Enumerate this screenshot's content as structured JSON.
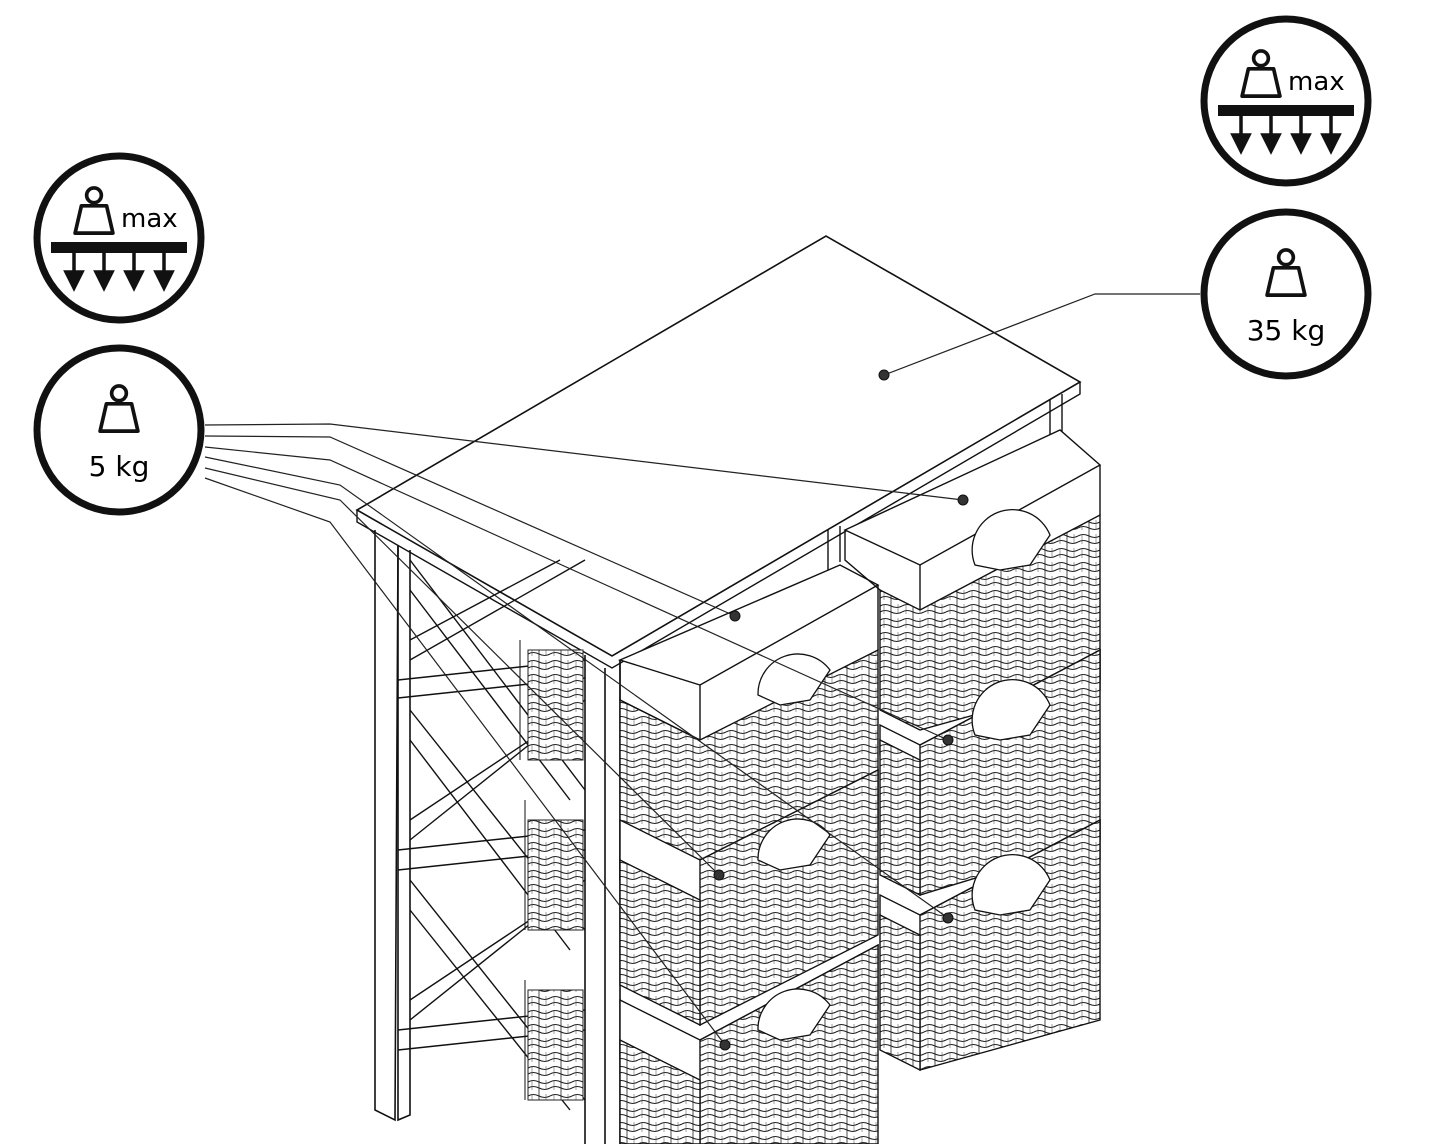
{
  "labels": {
    "max_word": "max",
    "basket_load": "5 kg",
    "top_load": "35 kg"
  },
  "icons": {
    "load_max": "weight-on-shelf-arrows-down-icon",
    "weight": "weight-icon"
  },
  "colors": {
    "ink": "#111111",
    "background": "#ffffff"
  }
}
